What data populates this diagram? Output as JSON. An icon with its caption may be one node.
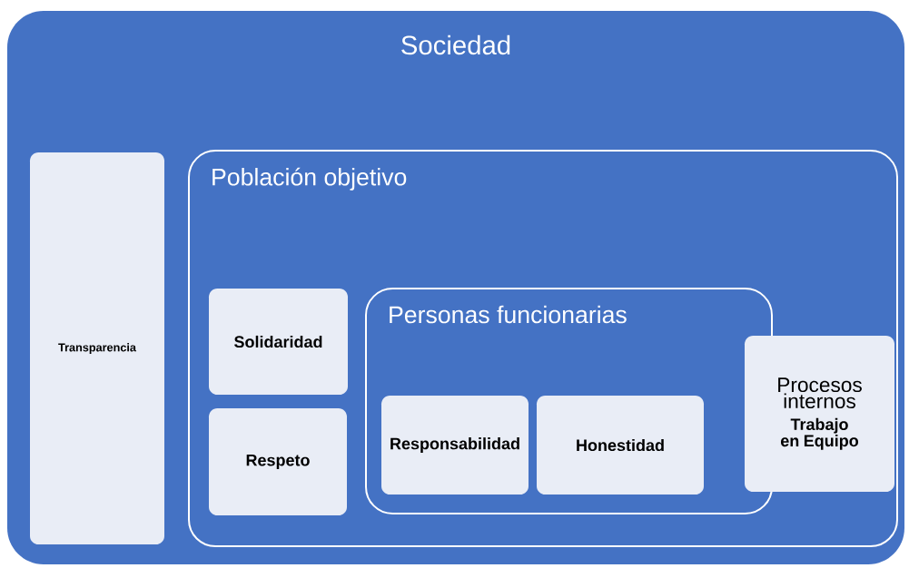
{
  "diagram": {
    "nodes": [
      {
        "text": [
          "Sociedad"
        ]
      },
      {
        "text": [
          "Transparencia"
        ],
        "in": 0
      },
      {
        "text": [
          "Población objetivo"
        ],
        "in": 0
      },
      {
        "text": [
          "Solidaridad"
        ],
        "in": 2
      },
      {
        "text": [
          "Respeto"
        ],
        "in": 2
      },
      {
        "text": [
          "Personas funcionarias"
        ],
        "in": 2
      },
      {
        "text": [
          "Responsabilidad"
        ],
        "in": 5
      },
      {
        "text": [
          "Honestidad"
        ],
        "in": 5
      },
      {
        "text": [
          "Procesos internos",
          "Trabajo en Equipo"
        ],
        "in": 2
      }
    ]
  }
}
